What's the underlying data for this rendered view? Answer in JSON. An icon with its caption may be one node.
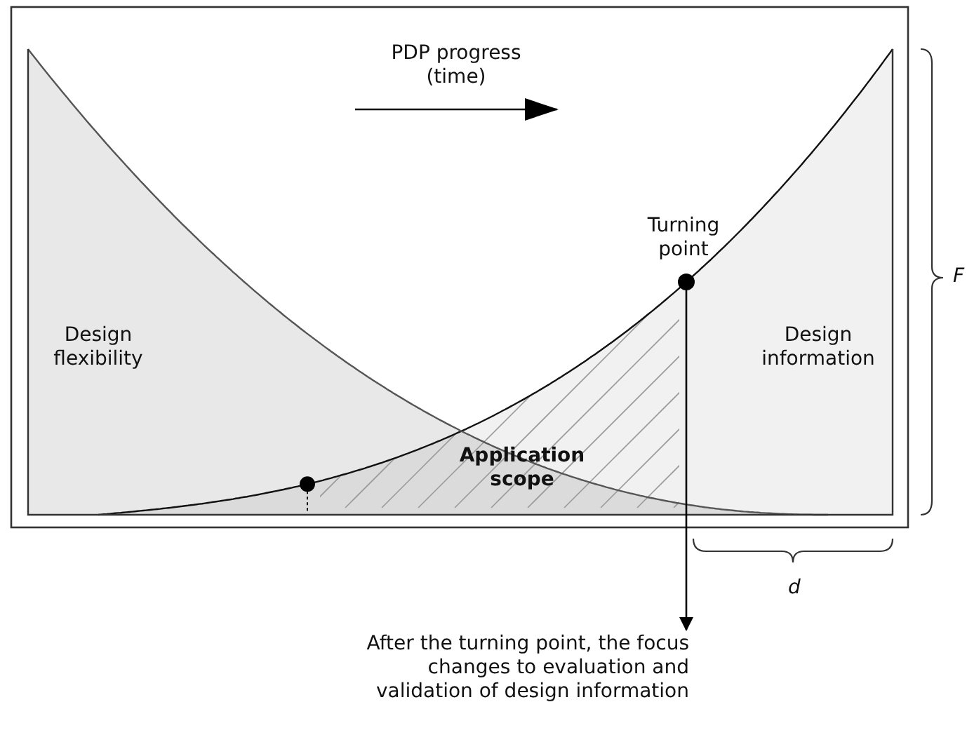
{
  "diagram": {
    "nodes": [
      {
        "text": [],
        "shape": "circle",
        "beside": [
          "Turning point"
        ]
      },
      {
        "text": [
          "After the turning point, the focus changes to evaluation and validation of design information"
        ]
      }
    ],
    "edges": [
      {
        "from": 0,
        "to": 1,
        "arrow": "to"
      }
    ],
    "labels": [
      "PDP progress (time)",
      "Design flexibility",
      "Design information",
      "Application scope",
      "F",
      "d"
    ]
  }
}
